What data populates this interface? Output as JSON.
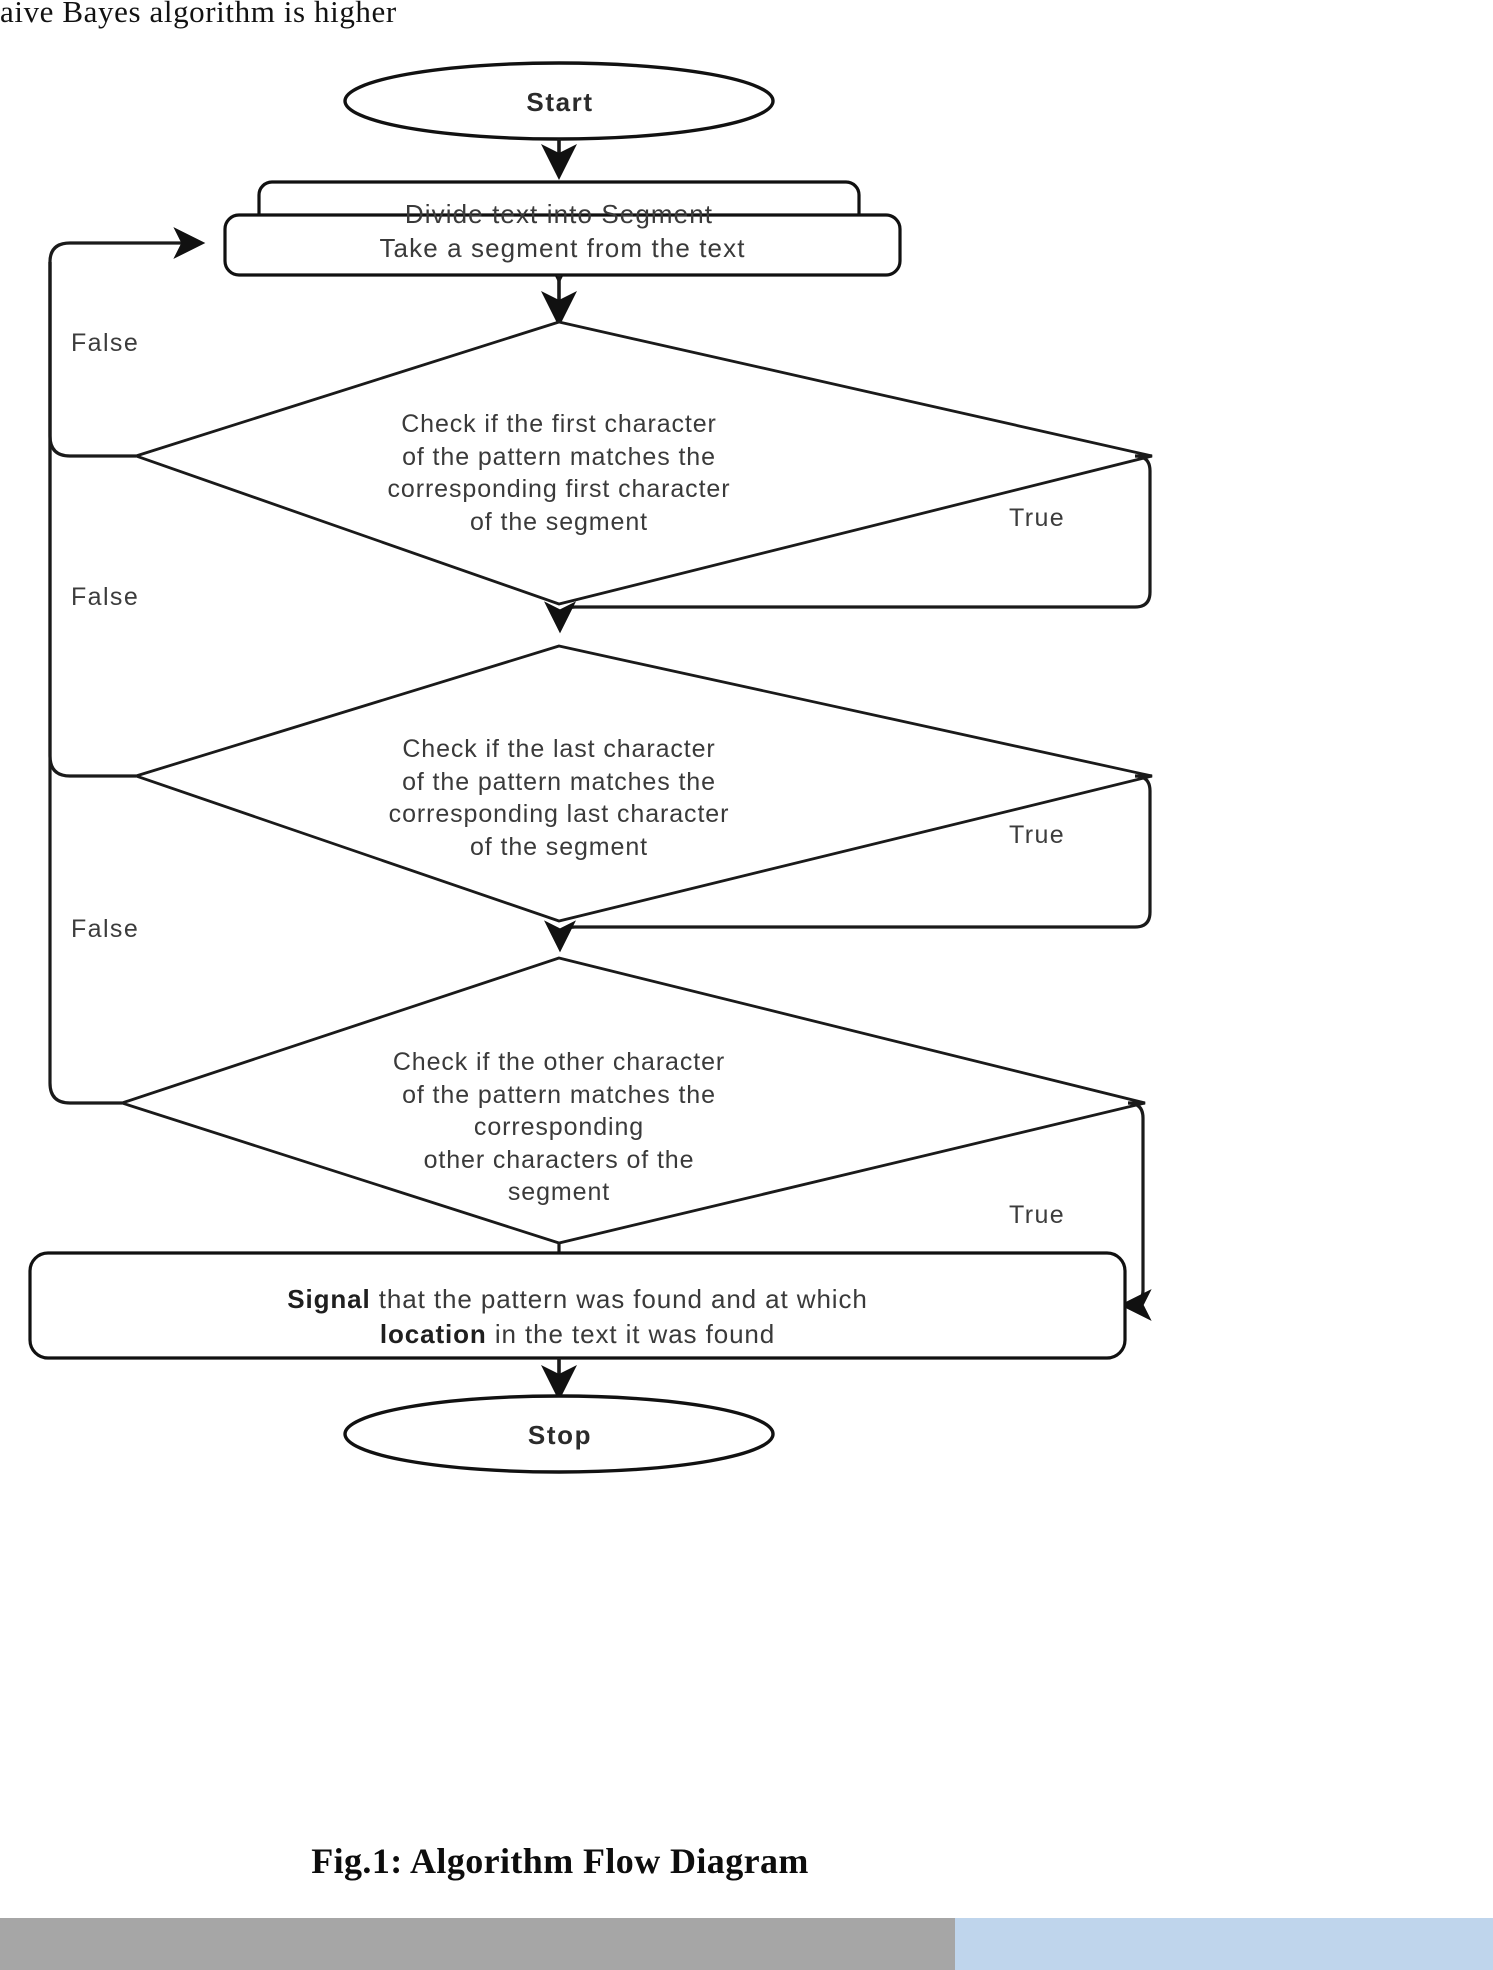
{
  "page": {
    "top_text": "aive  Bayes  algorithm  is  higher",
    "caption": "Fig.1: Algorithm Flow Diagram"
  },
  "colors": {
    "stroke": "#1a1a1a",
    "node_text": "#3a3a3a",
    "footer_gray": "#a6a6a6",
    "footer_blue": "#bfd5ec",
    "background": "#ffffff"
  },
  "flowchart": {
    "title": "Algorithm Flow Diagram",
    "nodes": [
      {
        "id": "start",
        "type": "terminal",
        "label": "Start"
      },
      {
        "id": "divide",
        "type": "process",
        "label": "Divide text into Segment"
      },
      {
        "id": "take",
        "type": "process",
        "label": "Take a segment from the text"
      },
      {
        "id": "check1",
        "type": "decision",
        "label": "Check if the first character\nof the pattern matches the\ncorresponding first character\nof the segment"
      },
      {
        "id": "check2",
        "type": "decision",
        "label": "Check if the last character\nof the pattern matches the\ncorresponding last character\nof the segment"
      },
      {
        "id": "check3",
        "type": "decision",
        "label": "Check if the other character\nof the pattern matches the\ncorresponding\nother characters of the\nsegment"
      },
      {
        "id": "signal",
        "type": "process",
        "label_bold_1": "Signal",
        "label_part_1": " that the pattern was found and at which\n",
        "label_bold_2": "location",
        "label_part_2": " in the text it was found"
      },
      {
        "id": "stop",
        "type": "terminal",
        "label": "Stop"
      }
    ],
    "edge_labels": {
      "false_1": "False",
      "false_2": "False",
      "false_3": "False",
      "true_1": "True",
      "true_2": "True",
      "true_3": "True"
    },
    "edges": [
      {
        "from": "start",
        "to": "divide",
        "label": ""
      },
      {
        "from": "divide",
        "to": "take",
        "label": ""
      },
      {
        "from": "take",
        "to": "check1",
        "label": ""
      },
      {
        "from": "check1",
        "to": "take",
        "label": "False"
      },
      {
        "from": "check1",
        "to": "check2",
        "label": "True"
      },
      {
        "from": "check2",
        "to": "take",
        "label": "False"
      },
      {
        "from": "check2",
        "to": "check3",
        "label": "True"
      },
      {
        "from": "check3",
        "to": "take",
        "label": "False"
      },
      {
        "from": "check3",
        "to": "signal",
        "label": "True"
      },
      {
        "from": "signal",
        "to": "stop",
        "label": ""
      }
    ]
  }
}
